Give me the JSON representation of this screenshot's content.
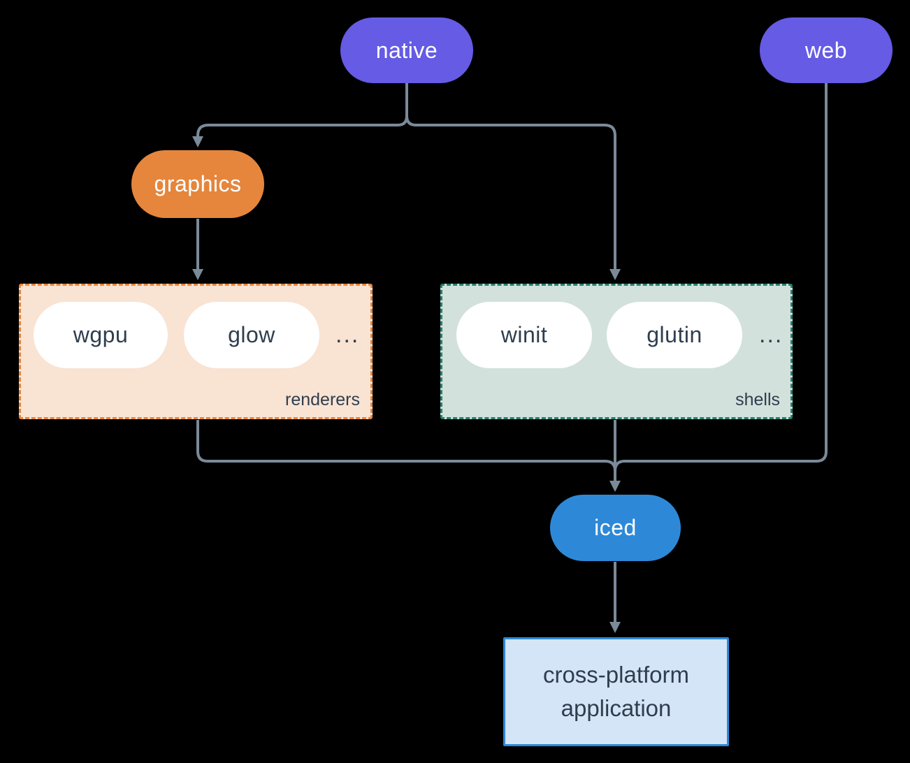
{
  "diagram": {
    "background": "#000000",
    "nodes": {
      "native": {
        "label": "native",
        "color": "#655be4",
        "text_color": "#ffffff"
      },
      "web": {
        "label": "web",
        "color": "#655be4",
        "text_color": "#ffffff"
      },
      "graphics": {
        "label": "graphics",
        "color": "#e5863c",
        "text_color": "#ffffff"
      },
      "iced": {
        "label": "iced",
        "color": "#2d89d8",
        "text_color": "#ffffff"
      },
      "application": {
        "lines": [
          "cross-platform",
          "application"
        ],
        "fill": "#d4e5f7",
        "border": "#2d89d8",
        "text_color": "#2f3e4e"
      }
    },
    "groups": {
      "renderers": {
        "label": "renderers",
        "items": [
          "wgpu",
          "glow"
        ],
        "ellipsis": "...",
        "fill": "#f9e3d3",
        "border": "#e5863c",
        "item_text_color": "#2f3e4e"
      },
      "shells": {
        "label": "shells",
        "items": [
          "winit",
          "glutin"
        ],
        "ellipsis": "...",
        "fill": "#d2e1db",
        "border": "#26806e",
        "item_text_color": "#2f3e4e"
      }
    },
    "edges": {
      "color": "#7b8a99",
      "connections": [
        {
          "from": "native",
          "to": "graphics"
        },
        {
          "from": "native",
          "to": "shells"
        },
        {
          "from": "graphics",
          "to": "renderers"
        },
        {
          "from": "renderers",
          "to": "iced"
        },
        {
          "from": "shells",
          "to": "iced"
        },
        {
          "from": "web",
          "to": "iced"
        },
        {
          "from": "iced",
          "to": "application"
        }
      ]
    }
  }
}
